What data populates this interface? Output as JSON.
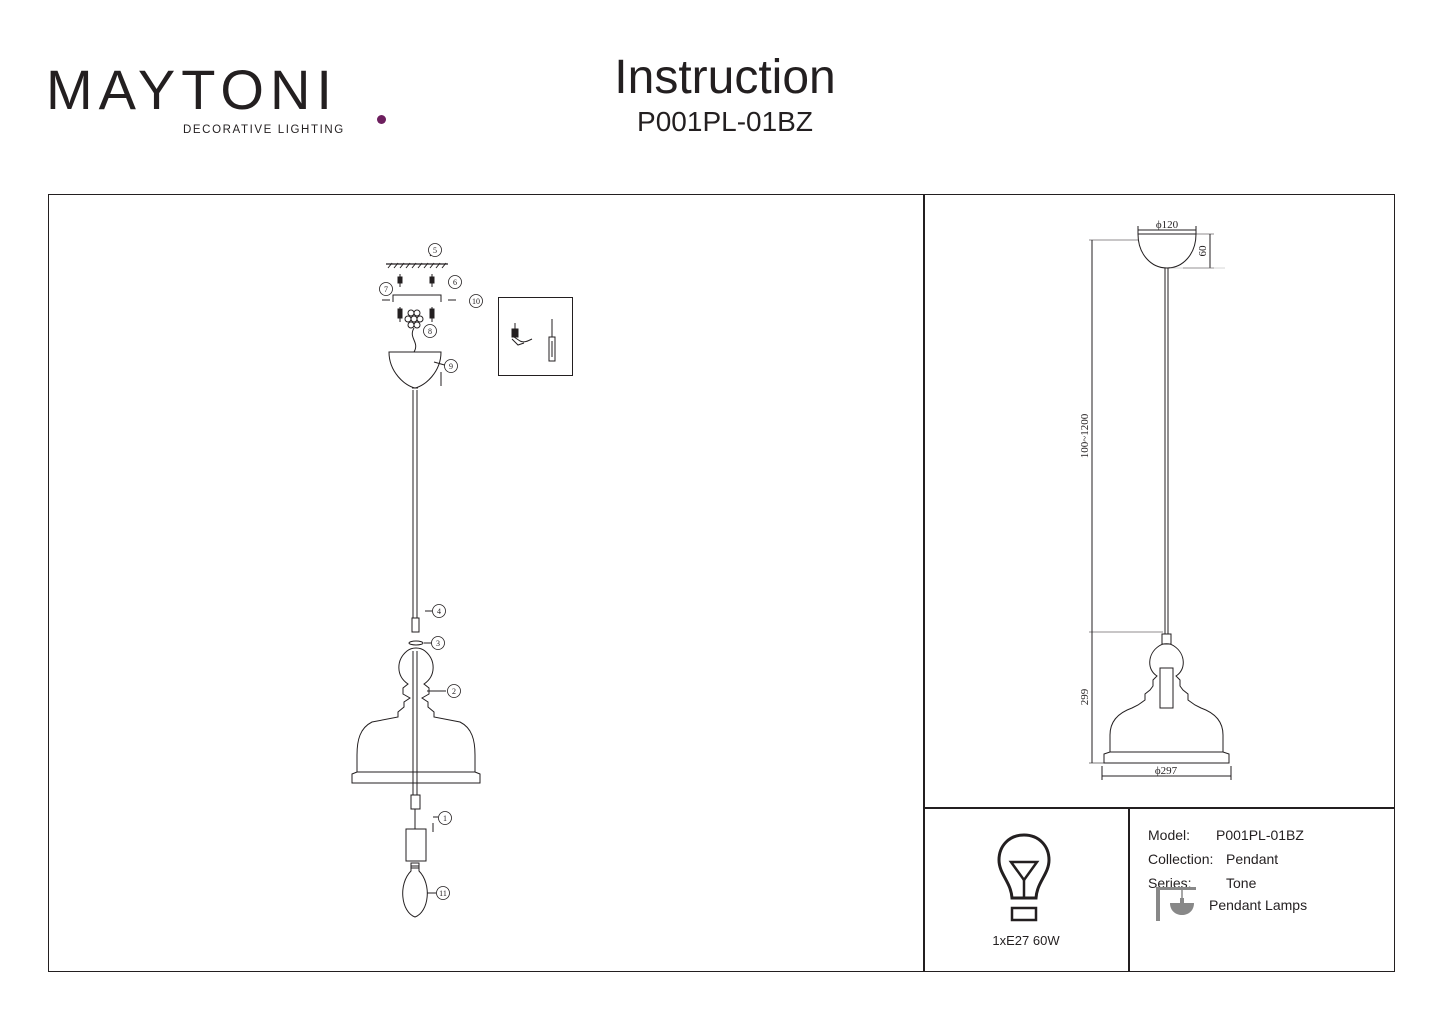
{
  "header": {
    "brand": "MAYTONI",
    "brand_tagline": "DECORATIVE LIGHTING",
    "brand_dot_color": "#6d1f5e",
    "title": "Instruction",
    "model_code": "P001PL-01BZ"
  },
  "assembly": {
    "callouts": [
      "1",
      "2",
      "3",
      "4",
      "5",
      "6",
      "7",
      "8",
      "9",
      "10",
      "11"
    ]
  },
  "dimensions": {
    "canopy_diameter": "ϕ120",
    "canopy_height": "60",
    "cable_length": "100~1200",
    "lamp_height": "299",
    "shade_diameter": "ϕ297"
  },
  "specs": {
    "bulb": "1xE27 60W",
    "model_label": "Model:",
    "model_value": "P001PL-01BZ",
    "collection_label": "Collection:",
    "collection_value": "Pendant",
    "series_label": "Series:",
    "series_value": "Tone",
    "type_value": "Pendant Lamps",
    "icons": [
      "bulb-icon",
      "pendant-lamp-icon"
    ]
  }
}
